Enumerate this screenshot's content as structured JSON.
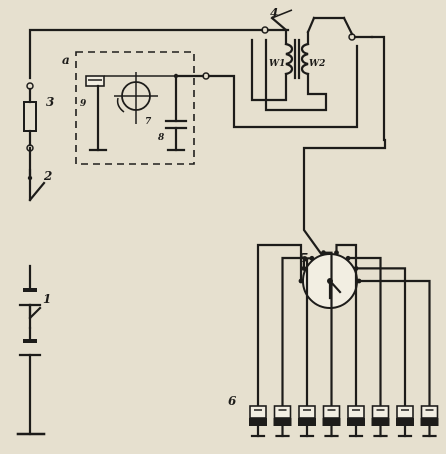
{
  "labels": {
    "frame_a": "a",
    "battery": "1",
    "switch": "2",
    "resistor": "3",
    "coil_lever": "4",
    "distributor": "5",
    "spark_plugs": "6",
    "cam": "7",
    "capacitor": "8",
    "contact": "9",
    "primary_winding": "W1",
    "secondary_winding": "W2"
  },
  "spark_plug_count": 8,
  "colors": {
    "paper": "#e6e0cf",
    "ink": "#1d1c1a"
  }
}
